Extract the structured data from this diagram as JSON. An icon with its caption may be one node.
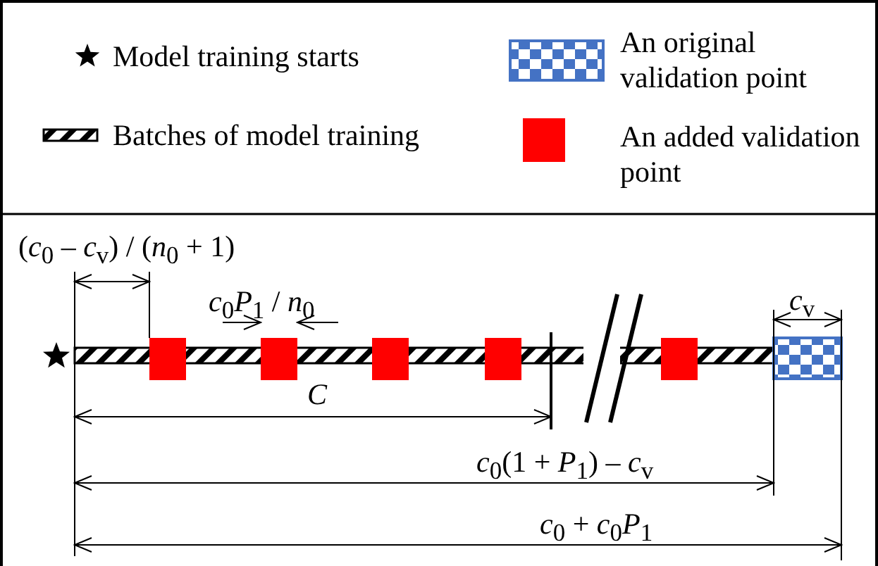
{
  "diagram": {
    "labels": [
      "(*c*$_{0}$ – *c*$_{v}$) / (*n*$_{0}$ + 1)",
      "*c*$_{0}$*P*$_{1}$ / *n*$_{0}$",
      "*c*$_{v}$",
      "C",
      "*c*$_{0}$(1 + *P*$_{1}$) – *c*$_{v}$",
      "*c*$_{0}$ + *c*$_{0}$*P*$_{1}$"
    ],
    "legend": [
      {
        "text": "Model training starts"
      },
      {
        "text": "An original validation point"
      },
      {
        "text": "Batches of model training"
      },
      {
        "text": "An added validation point",
        "color": "#ff0000"
      }
    ]
  }
}
